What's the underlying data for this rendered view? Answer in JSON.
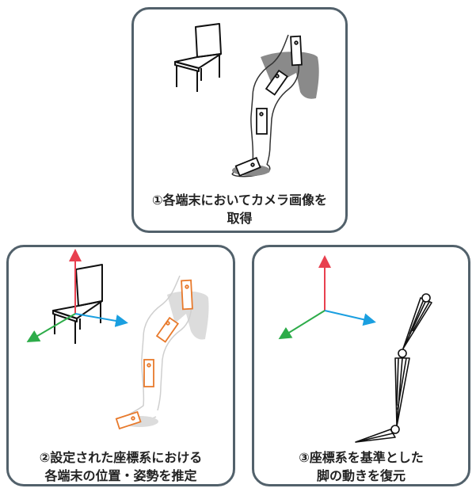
{
  "panels": [
    {
      "caption_lines": [
        "①各端末においてカメラ画像を",
        "取得"
      ]
    },
    {
      "caption_lines": [
        "②設定された座標系における",
        "各端末の位置・姿勢を推定"
      ]
    },
    {
      "caption_lines": [
        "③座標系を基準とした",
        "脚の動きを復元"
      ]
    }
  ],
  "colors": {
    "axis_up": "#e8404f",
    "axis_right": "#1a9fe0",
    "axis_left": "#2eac4a",
    "device_outline": "#111111",
    "device_estimated": "#e87a2c",
    "panel_border": "#52616b",
    "leg_shadow": "#8a8a8a"
  }
}
